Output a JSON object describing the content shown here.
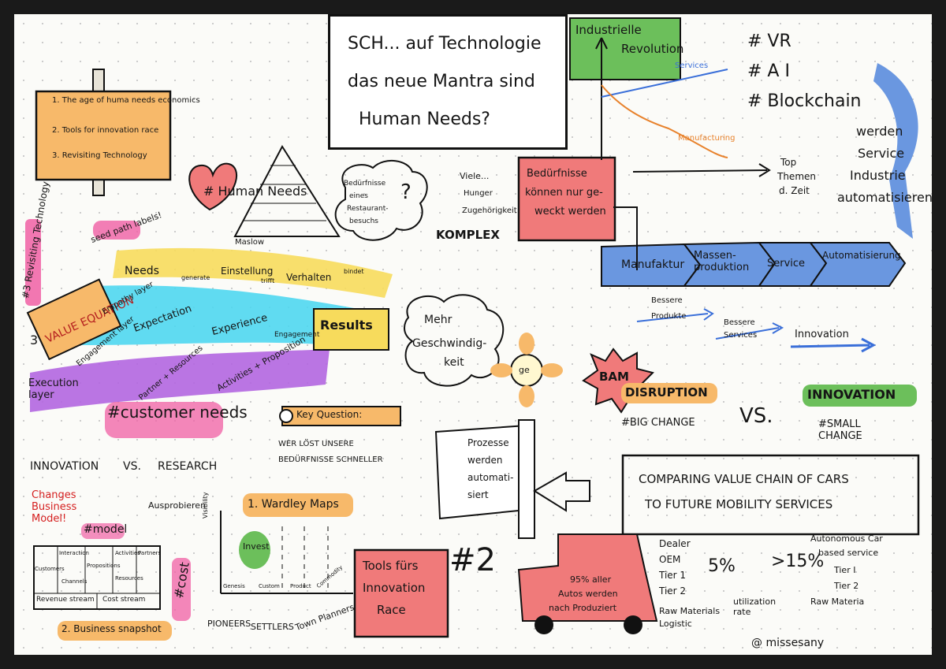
{
  "colors": {
    "orange": "#f7b96a",
    "yellow": "#f7db5c",
    "cyan": "#4fd7f0",
    "purple": "#b266e0",
    "pink": "#f05fa4",
    "red": "#f07a7a",
    "green": "#6cbf5b",
    "blue": "#6a97e0",
    "dark": "#111111"
  },
  "signpost": {
    "item1": "1. The age of huma needs economics",
    "item2": "2. Tools for innovation race",
    "item3": "3. Revisiting Technology"
  },
  "title_box": {
    "line1": "SCH... auf Technologie",
    "line2": "das neue Mantra sind",
    "line3": "Human Needs?"
  },
  "revolution": {
    "label_line1": "Industrielle",
    "label_line2": "Revolution",
    "services": "Services",
    "manufacturing": "Manufacturing"
  },
  "tags": {
    "vr": "# VR",
    "ai": "# A I",
    "blockchain": "# Blockchain",
    "top1": "Top",
    "top2": "Themen",
    "top3": "d. Zeit"
  },
  "service_industry": {
    "l1": "werden",
    "l2": "Service",
    "l3": "Industrie",
    "l4": "automatisieren"
  },
  "human_needs": {
    "title": "# Human Needs",
    "maslow": "Maslow"
  },
  "cloud1": {
    "l1": "Bedürfnisse",
    "l2": "eines",
    "l3": "Restaurant-",
    "l4": "besuchs",
    "q": "?"
  },
  "many": {
    "l1": "Viele...",
    "l2": "Hunger",
    "l3": "Zugehörigkeit",
    "komplex": "KOMPLEX"
  },
  "needs_box": {
    "l1": "Bedürfnisse",
    "l2": "können nur ge-",
    "l3": "weckt werden"
  },
  "chain": [
    "Manufaktur",
    "Massen-produktion",
    "Service",
    "Automatisierung"
  ],
  "left_side": {
    "revisit": "#3 Revisiting Technology",
    "seed": "seed path labels!",
    "value_eq": "VALUE EQUATION",
    "num3": "3"
  },
  "layers": {
    "needs": "Needs",
    "generate": "generate",
    "einstellung": "Einstellung",
    "trift": "trifft",
    "verhalten": "Verhalten",
    "bindet": "bindet",
    "empathy": "Empathy layer",
    "expectation": "Expectation",
    "experience": "Experience",
    "engagement_layer": "Engagement layer",
    "engagement": "Engagement",
    "results": "Results",
    "execution": "Execution layer",
    "partner": "Partner + Resources",
    "activities": "Activities + Proposition",
    "customer": "#customer needs"
  },
  "speed": {
    "l1": "Mehr",
    "l2": "Geschwindig-",
    "l3": "keit",
    "ge": "ge"
  },
  "disruption": {
    "bam": "BAM",
    "word": "DISRUPTION",
    "big": "#BIG CHANGE",
    "vs": "VS.",
    "innovation": "INNOVATION",
    "small": "#SMALL CHANGE"
  },
  "better": {
    "prod1": "Bessere",
    "prod2": "Produkte",
    "serv1": "Bessere",
    "serv2": "Services",
    "innov": "Innovation"
  },
  "key_q": {
    "title": "Key Question:",
    "l1": "WER LÖST UNSERE",
    "l2": "BEDÜRFNISSE SCHNELLER"
  },
  "process": {
    "l1": "Prozesse",
    "l2": "werden",
    "l3": "automati-",
    "l4": "siert"
  },
  "compare": {
    "l1": "COMPARING VALUE CHAIN OF CARS",
    "l2": "TO FUTURE MOBILITY SERVICES"
  },
  "innov_research": {
    "innovation": "INNOVATION",
    "vs": "VS.",
    "research": "RESEARCH",
    "changes": "Changes Business Model!",
    "ausprobieren": "Ausprobieren",
    "model": "#model"
  },
  "canvas": {
    "customers": "Customers",
    "interaction": "Interaction",
    "channels": "Channels",
    "propositions": "Propositions",
    "activities": "Activities",
    "resources": "Resources",
    "partners": "Partners",
    "revenue": "Revenue stream",
    "cost": "Cost stream",
    "label": "2. Business snapshot"
  },
  "wardley": {
    "title": "1. Wardley Maps",
    "visibility": "Visibility",
    "invest": "Invest",
    "cost": "#cost",
    "genesis": "Genesis",
    "custom": "Custom",
    "product": "Product",
    "commodity": "Commodity",
    "pioneers": "PIONEERS",
    "settlers": "SETTLERS",
    "town": "Town Planners"
  },
  "tools_box": {
    "l1": "Tools fürs",
    "l2": "Innovation",
    "l3": "Race",
    "sq": "#2"
  },
  "car": {
    "l1": "95% aller",
    "l2": "Autos werden",
    "l3": "nach Produziert"
  },
  "car_chain": {
    "dealer": "Dealer",
    "oem": "OEM",
    "tier1": "Tier 1",
    "tier2": "Tier 2",
    "raw": "Raw Materials",
    "logistic": "Logistic"
  },
  "util": {
    "five": "5%",
    "fifteen": ">15%",
    "label": "utilization rate"
  },
  "mobility": {
    "l1": "Autonomous Car",
    "l2": "based service",
    "tier1": "Tier I",
    "tier2": "Tier 2",
    "raw": "Raw Materia"
  },
  "footer": {
    "handle": "@ missesany"
  }
}
